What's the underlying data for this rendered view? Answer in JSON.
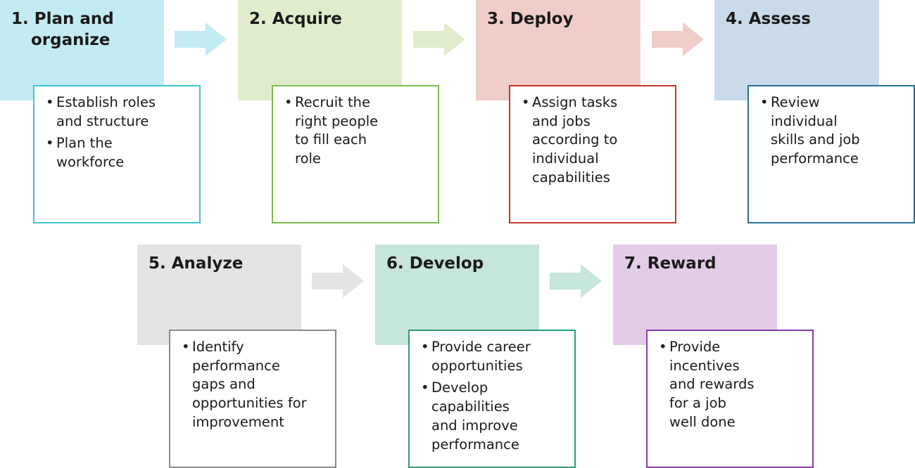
{
  "colors": {
    "step1_fill": "#c3ebf3",
    "step1_border": "#3cc6d4",
    "step2_fill": "#e0edcc",
    "step2_border": "#7cbd4d",
    "step3_fill": "#f0cdc8",
    "step3_border": "#c0392b",
    "step4_fill": "#c9dbea",
    "step4_border": "#2a6f96",
    "step5_fill": "#e4e4e4",
    "step5_border": "#8a8a8a",
    "step6_fill": "#c6e5dc",
    "step6_border": "#2e9b78",
    "step7_fill": "#e3cce8",
    "step7_border": "#8e3aa7"
  },
  "bullet_glyph": "•",
  "steps": [
    {
      "title": "1. Plan and\norganize",
      "bullets": [
        "Establish roles\nand structure",
        "Plan the\nworkforce"
      ]
    },
    {
      "title": "2. Acquire",
      "bullets": [
        "Recruit the\nright people\nto fill each\nrole"
      ]
    },
    {
      "title": "3. Deploy",
      "bullets": [
        "Assign tasks\nand jobs\naccording to\nindividual\ncapabilities"
      ]
    },
    {
      "title": "4. Assess",
      "bullets": [
        "Review\nindividual\nskills and job\nperformance"
      ]
    },
    {
      "title": "5. Analyze",
      "bullets": [
        "Identify\nperformance\ngaps and\nopportunities for\nimprovement"
      ]
    },
    {
      "title": "6. Develop",
      "bullets": [
        "Provide career\nopportunities",
        "Develop\ncapabilities\nand improve\nperformance"
      ]
    },
    {
      "title": "7. Reward",
      "bullets": [
        "Provide\nincentives\nand rewards\nfor a  job\nwell done"
      ]
    }
  ]
}
